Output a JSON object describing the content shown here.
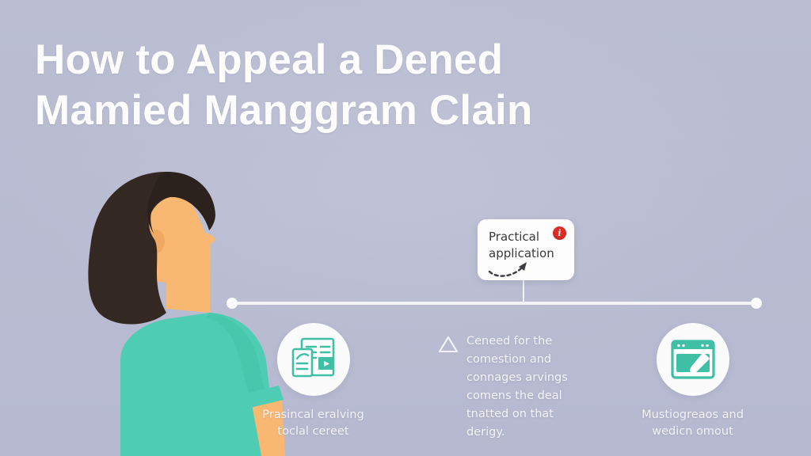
{
  "meta": {
    "background_color": "#b9bcd2",
    "accent_teal": "#3fbfa4",
    "accent_red": "#e02d26",
    "text_white": "#f4f4f8"
  },
  "title": {
    "line1": "How to Appeal a Dened",
    "line2": "Mamied Manggram Clain"
  },
  "illustration": {
    "name": "woman-profile-illustration",
    "hair_color": "#3b2f2a",
    "skin_color": "#f9b872",
    "shirt_color": "#4ecdb4"
  },
  "timeline": {
    "name": "horizontal-timeline",
    "line_color": "#f4f4f8",
    "dot_color": "#fbfbfd"
  },
  "tooltip": {
    "text": "Practical application",
    "badge": "i",
    "badge_color": "#e02d26",
    "arrow_icon": "dashed-curved-arrow-icon"
  },
  "items": [
    {
      "id": "left",
      "icon": "document-video-icon",
      "caption_line1": "Prasincal eralving",
      "caption_line2": "toclal cereet"
    },
    {
      "id": "right",
      "icon": "browser-window-edit-icon",
      "caption_line1": "Mustiogreaos and",
      "caption_line2": "wedicn omout"
    }
  ],
  "middle_block": {
    "icon": "warning-triangle-icon",
    "lines": [
      "Ceneed for the",
      "comestion and",
      "connages arvings",
      "comens the deal",
      "tnatted on that",
      "derigy."
    ]
  }
}
